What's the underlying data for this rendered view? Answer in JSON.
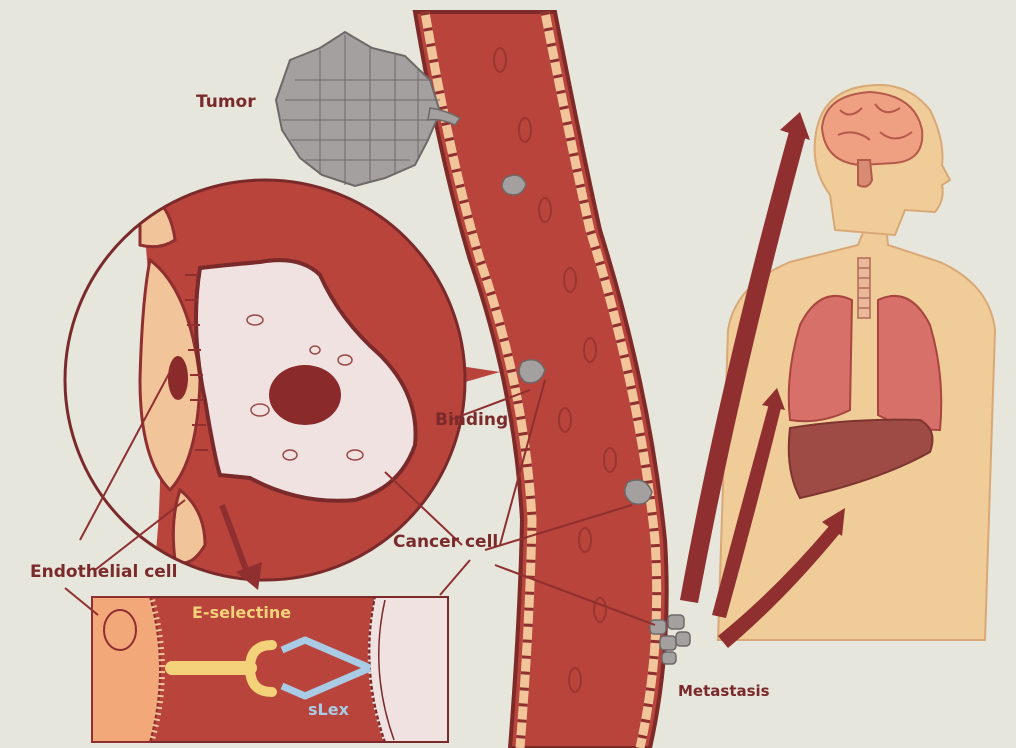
{
  "labels": {
    "tumor": "Tumor",
    "binding": "Binding",
    "cancer_cell": "Cancer cell",
    "endothelial_cell": "Endothelial cell",
    "e_selectine": "E-selectine",
    "slex": "sLex",
    "metastasis": "Metastasis"
  },
  "colors": {
    "background": "#e6e6dc",
    "vessel": "#b8443b",
    "vessel_dark": "#8f2f2f",
    "endothelium": "#f2c49a",
    "cancer_cell": "#efe2e0",
    "nucleus": "#8a2a2a",
    "tumor": "#a5a0a0",
    "body": "#efcc98",
    "organ_pink": "#d8706a",
    "liver": "#9e4a45",
    "brain": "#efa083",
    "label_text": "#7a2a2a",
    "e_selectine": "#f3d27a",
    "slex": "#a9cbe6"
  }
}
